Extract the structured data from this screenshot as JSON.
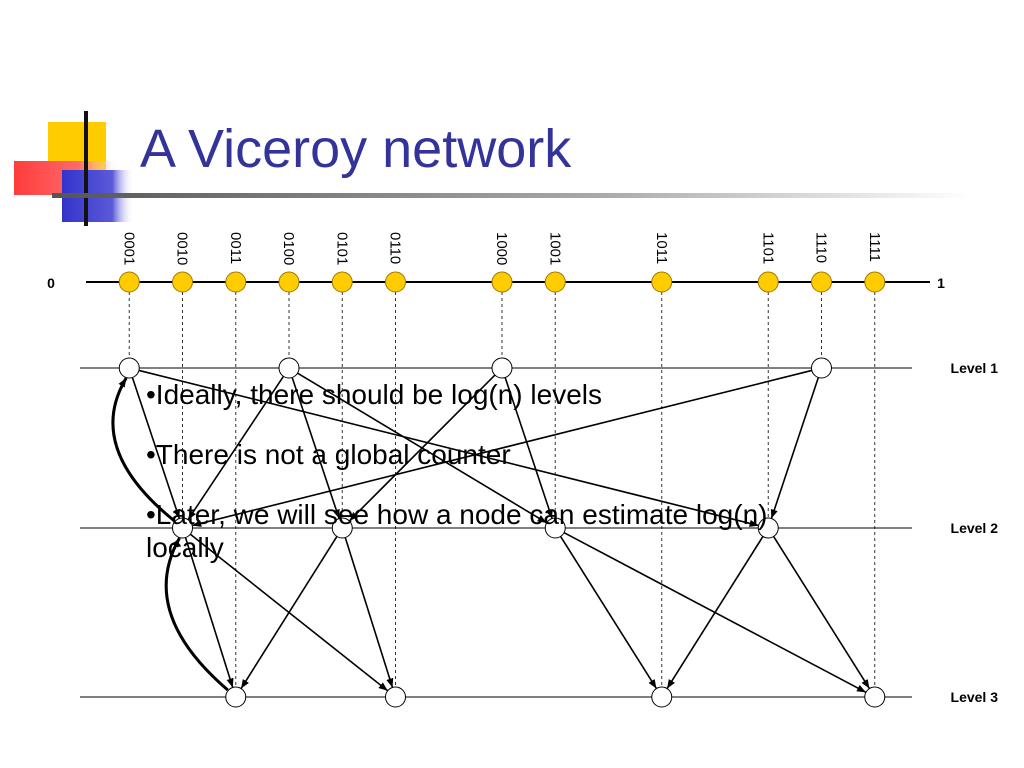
{
  "slide": {
    "title": "A Viceroy network",
    "bullets": [
      "•Ideally, there should be log(n) levels",
      "•There is not a global counter",
      "•Later, we will see how a node can estimate log(n) locally"
    ]
  },
  "ring": {
    "start_label": "0",
    "end_label": "1",
    "nodes": [
      {
        "id": "0001",
        "value": 0.0625
      },
      {
        "id": "0010",
        "value": 0.125
      },
      {
        "id": "0011",
        "value": 0.1875
      },
      {
        "id": "0100",
        "value": 0.25
      },
      {
        "id": "0101",
        "value": 0.3125
      },
      {
        "id": "0110",
        "value": 0.375
      },
      {
        "id": "1000",
        "value": 0.5
      },
      {
        "id": "1001",
        "value": 0.5625
      },
      {
        "id": "1011",
        "value": 0.6875
      },
      {
        "id": "1101",
        "value": 0.8125
      },
      {
        "id": "1110",
        "value": 0.875
      },
      {
        "id": "1111",
        "value": 0.9375
      }
    ]
  },
  "levels": [
    {
      "label": "Level 1",
      "nodes": [
        "0001",
        "0100",
        "1000",
        "1110"
      ]
    },
    {
      "label": "Level 2",
      "nodes": [
        "0010",
        "0101",
        "1001",
        "1101"
      ]
    },
    {
      "label": "Level 3",
      "nodes": [
        "0011",
        "0110",
        "1011",
        "1111"
      ]
    }
  ],
  "edges": [
    {
      "from": "0001",
      "to": "0010"
    },
    {
      "from": "0001",
      "to": "1101"
    },
    {
      "from": "0100",
      "to": "0101"
    },
    {
      "from": "0100",
      "to": "1001"
    },
    {
      "from": "0100",
      "to": "0010"
    },
    {
      "from": "1000",
      "to": "1001"
    },
    {
      "from": "1000",
      "to": "0101"
    },
    {
      "from": "1110",
      "to": "1101"
    },
    {
      "from": "1110",
      "to": "0010"
    },
    {
      "from": "0010",
      "to": "0011"
    },
    {
      "from": "0010",
      "to": "0110"
    },
    {
      "from": "0101",
      "to": "0110"
    },
    {
      "from": "0101",
      "to": "0011"
    },
    {
      "from": "1001",
      "to": "1011"
    },
    {
      "from": "1001",
      "to": "1111"
    },
    {
      "from": "1101",
      "to": "1111"
    },
    {
      "from": "1101",
      "to": "1011"
    },
    {
      "from": "0010",
      "to": "0001",
      "curved": true
    },
    {
      "from": "0011",
      "to": "0010",
      "curved": true
    }
  ],
  "colors": {
    "title": "#333399",
    "ring_node": "#FFCC00",
    "logo_yellow": "#FFCC00",
    "logo_red": "#FF3333",
    "logo_blue": "#3333CC"
  }
}
